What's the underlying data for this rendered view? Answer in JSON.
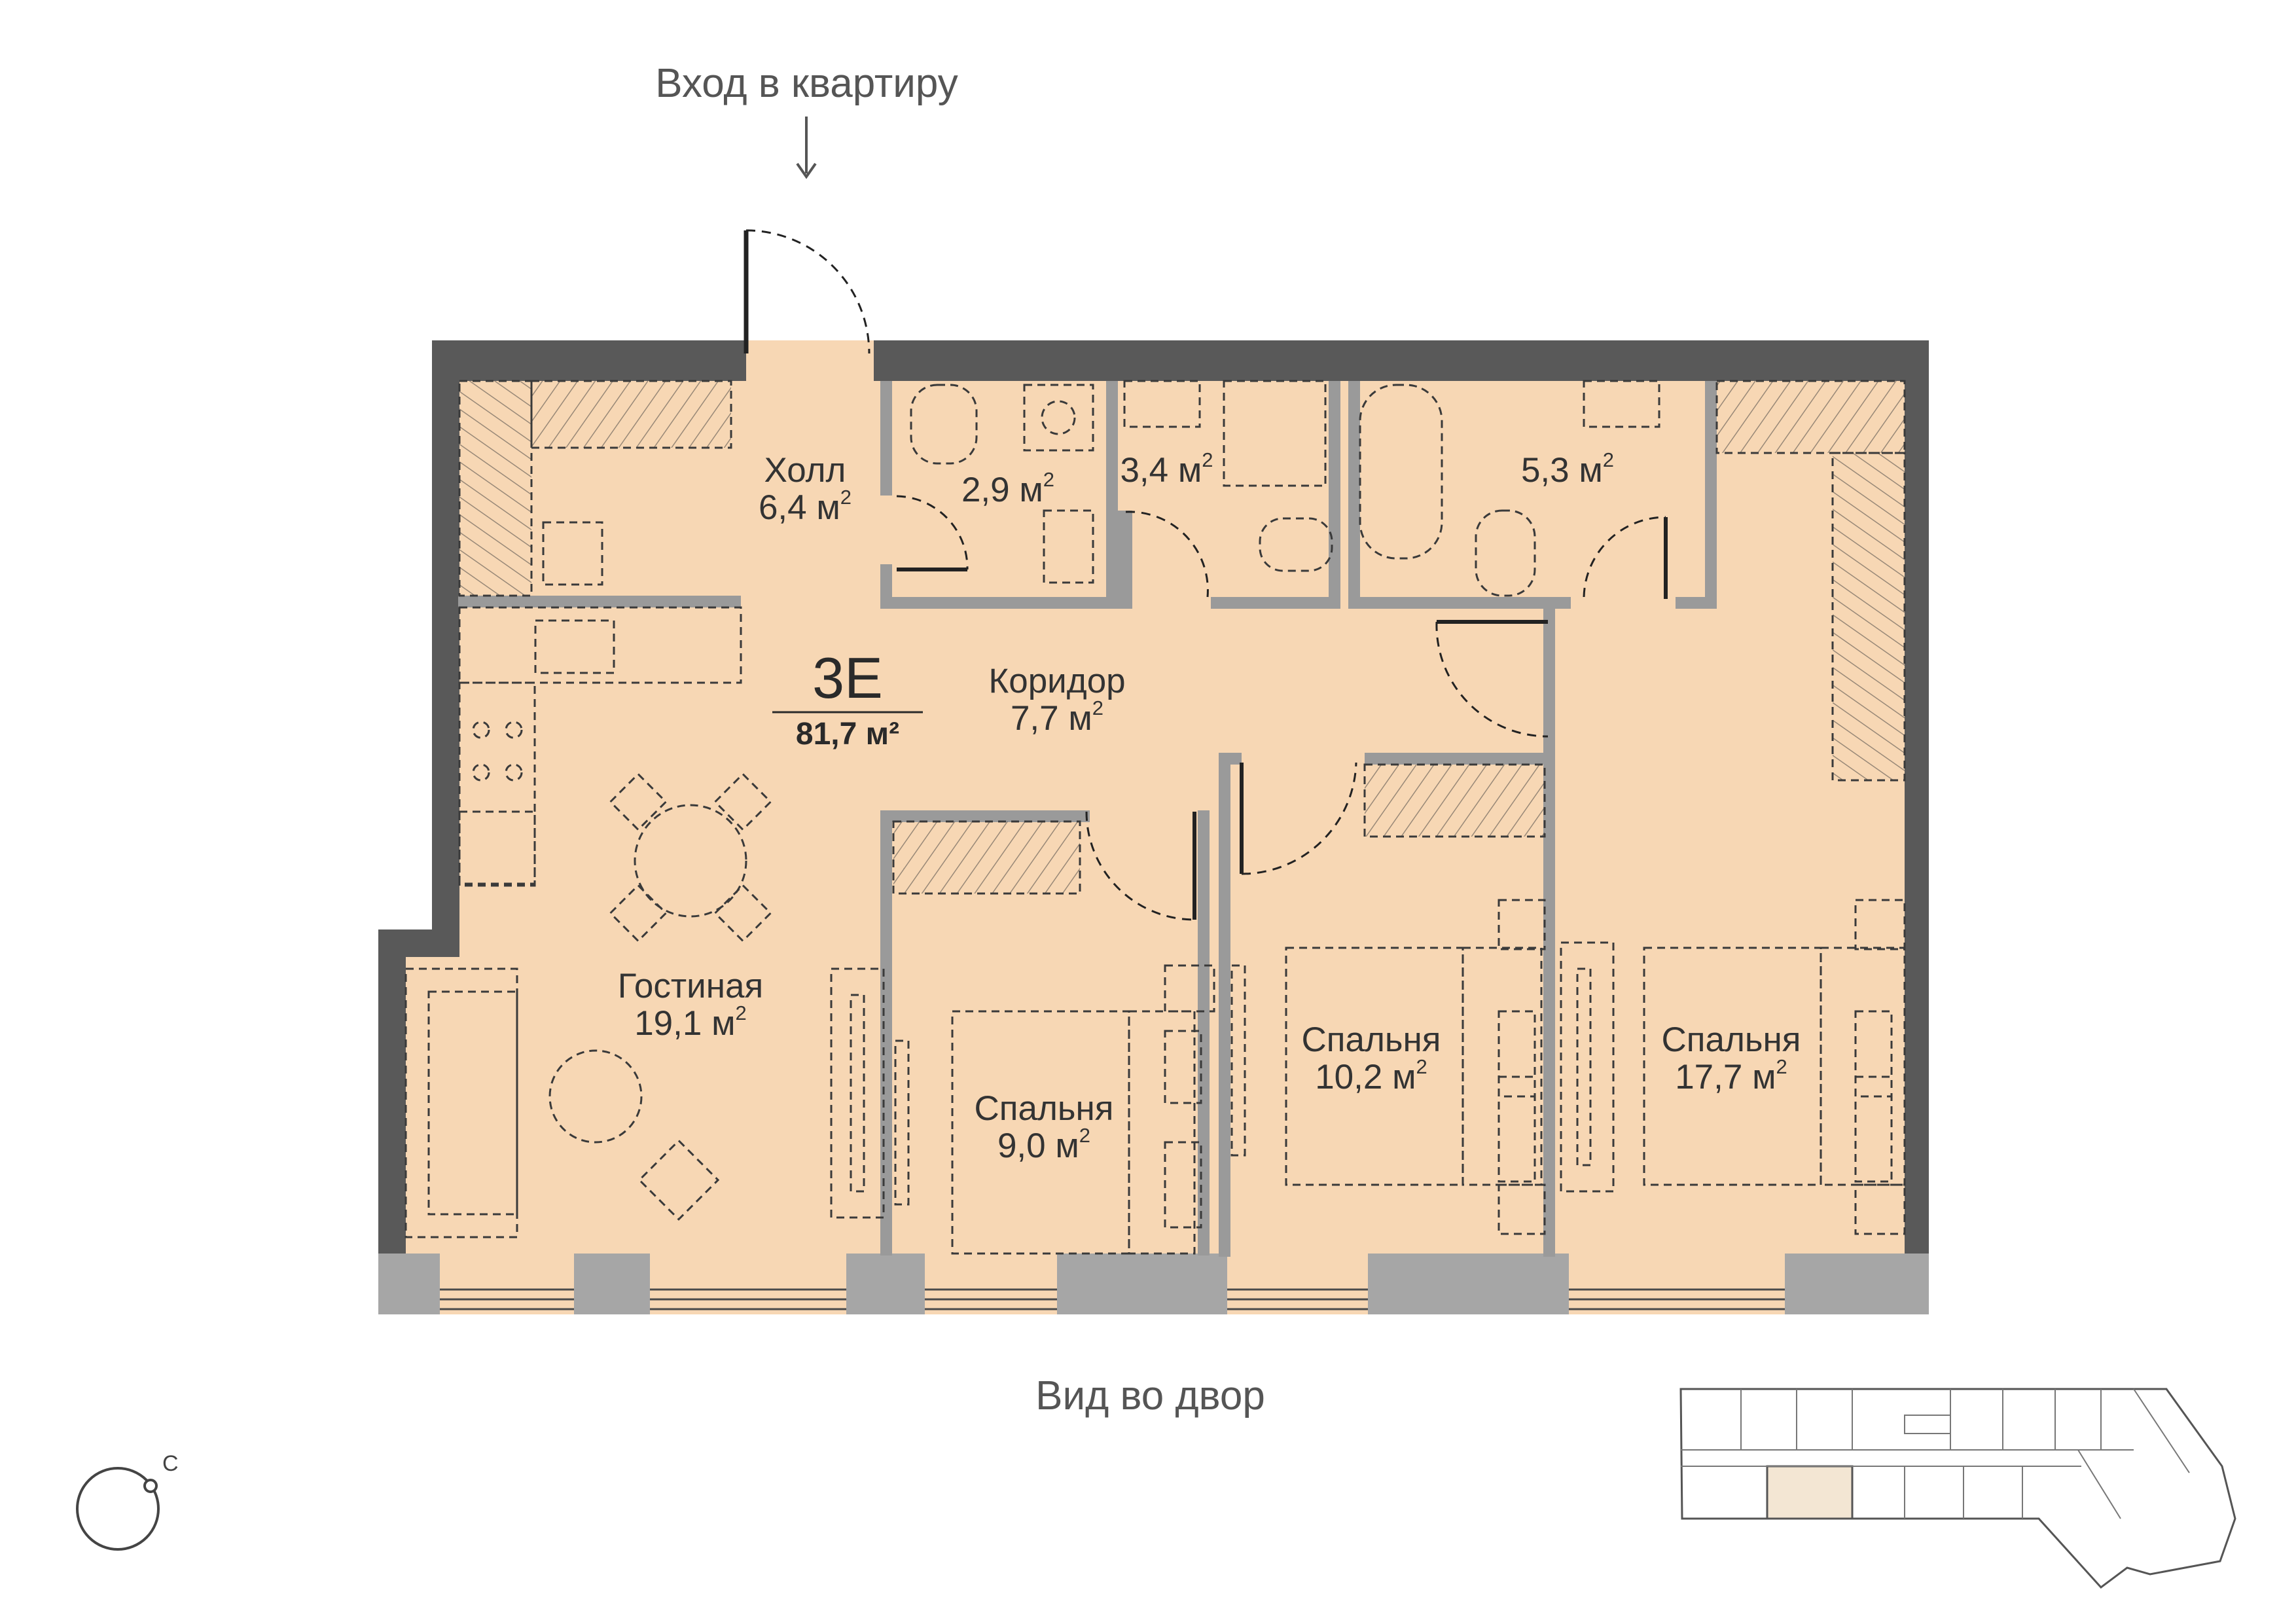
{
  "entrance_label": "Вход в квартиру",
  "view_label": "Вид во двор",
  "compass_letter": "С",
  "apartment": {
    "code": "3Е",
    "area": "81,7 м²"
  },
  "area_unit": "м",
  "area_sup": "2",
  "rooms": [
    {
      "key": "hall",
      "name": "Холл",
      "area": "6,4"
    },
    {
      "key": "wc1",
      "name": "",
      "area": "2,9"
    },
    {
      "key": "bath1",
      "name": "",
      "area": "3,4"
    },
    {
      "key": "bath2",
      "name": "",
      "area": "5,3"
    },
    {
      "key": "corridor",
      "name": "Коридор",
      "area": "7,7"
    },
    {
      "key": "living",
      "name": "Гостиная",
      "area": "19,1"
    },
    {
      "key": "bed1",
      "name": "Спальня",
      "area": "9,0"
    },
    {
      "key": "bed2",
      "name": "Спальня",
      "area": "10,2"
    },
    {
      "key": "bed3",
      "name": "Спальня",
      "area": "17,7"
    }
  ],
  "colors": {
    "floor": "#f7d7b4",
    "wall_outer": "#595959",
    "wall_inner": "#9a9a9a",
    "window_sill": "#a6a6a6",
    "furniture_line": "#3a3a3a",
    "text": "#333333",
    "keyplan_highlight": "#f3e6d3"
  }
}
